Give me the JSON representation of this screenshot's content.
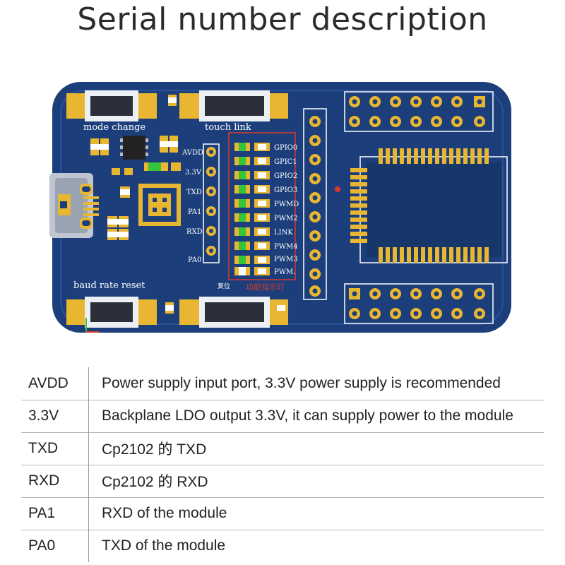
{
  "title": "Serial number description",
  "board": {
    "silkscreen": {
      "mode_change": "mode change",
      "touch_link": "touch link",
      "baud_rate_reset": "baud rate reset",
      "reset_cn": "复位",
      "indicator_cn": "功能指示灯"
    },
    "header_pins": [
      "AVDD",
      "3.3V",
      "TXD",
      "PA1",
      "RXD",
      "PA0"
    ],
    "led_labels": [
      "GPIO0",
      "GPIC1",
      "GPIO2",
      "GPIO3",
      "PWMD",
      "PWM2",
      "LINK",
      "PWM4",
      "PWM3",
      "PWM."
    ],
    "colors": {
      "pcb": "#1c3f7c",
      "gold": "#e8b630",
      "silk": "#ffffff",
      "led": "#35c43a",
      "highlight_box": "#d9382c"
    }
  },
  "pin_table": {
    "rows": [
      {
        "pin": "AVDD",
        "desc": "Power supply input port, 3.3V power supply is recommended"
      },
      {
        "pin": "3.3V",
        "desc": "Backplane LDO output 3.3V, it can supply power to the module"
      },
      {
        "pin": "TXD",
        "desc": "Cp2102 的 TXD"
      },
      {
        "pin": "RXD",
        "desc": "Cp2102 的 RXD"
      },
      {
        "pin": "PA1",
        "desc": "RXD of the module"
      },
      {
        "pin": "PA0",
        "desc": "TXD of the module"
      }
    ]
  }
}
